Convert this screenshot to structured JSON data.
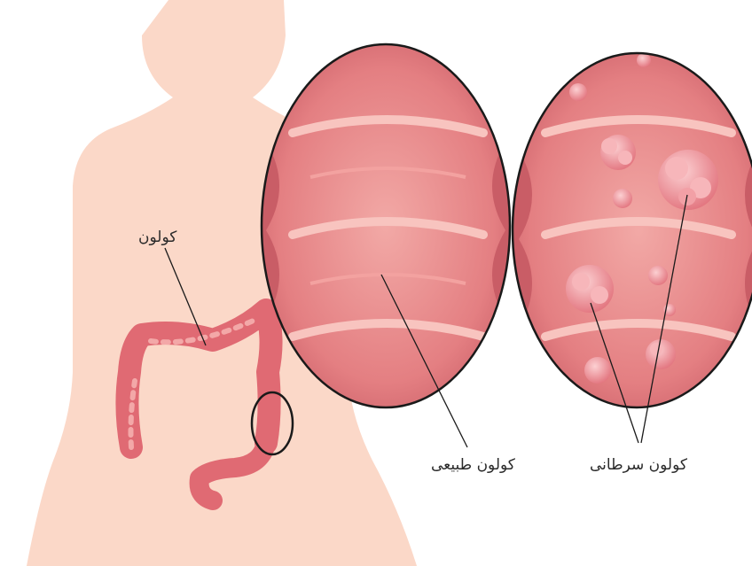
{
  "labels": {
    "colon": "کولون",
    "normal_colon": "کولون طبیعی",
    "cancerous_colon": "کولون سرطانی"
  },
  "colors": {
    "body_silhouette": "#fbd8c8",
    "colon": "#e06a73",
    "tissue": "#e98a8b",
    "tissue_light": "#f6b9b4",
    "tumor": "#f4a3a8",
    "outline": "#1a1a1a"
  }
}
